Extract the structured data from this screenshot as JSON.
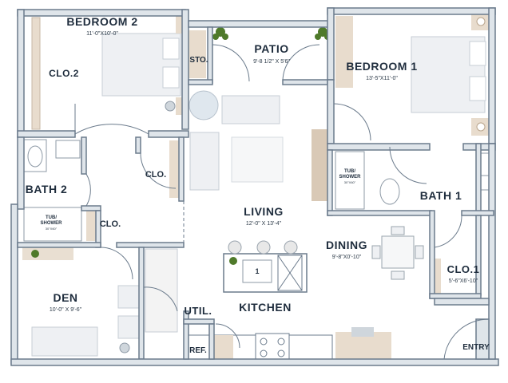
{
  "rooms": {
    "bedroom2": {
      "name": "BEDROOM 2",
      "dims": "11'-0\"X10'-0\""
    },
    "closet2": {
      "name": "CLO.2"
    },
    "storage": {
      "name": "STO."
    },
    "patio": {
      "name": "PATIO",
      "dims": "9'-8 1/2\" X 5'6\""
    },
    "bedroom1": {
      "name": "BEDROOM 1",
      "dims": "13'-5\"X11'-0\""
    },
    "closet_hall": {
      "name": "CLO."
    },
    "bath2": {
      "name": "BATH 2"
    },
    "closet_bath2": {
      "name": "CLO."
    },
    "living": {
      "name": "LIVING",
      "dims": "12'-0\" X 13'-4\""
    },
    "bath1": {
      "name": "BATH 1"
    },
    "dining": {
      "name": "DINING",
      "dims": "9'-8\"X0'-10\""
    },
    "closet1": {
      "name": "CLO.1",
      "dims": "5'-6\"X6'-10\""
    },
    "den": {
      "name": "DEN",
      "dims": "10'-0\" X 9'-6\""
    },
    "utility": {
      "name": "UTIL."
    },
    "kitchen": {
      "name": "KITCHEN"
    },
    "fridge": {
      "name": "REF."
    },
    "entry": {
      "name": "ENTRY"
    }
  },
  "fixtures": {
    "tub_bath1": {
      "line1": "TUB/",
      "line2": "SHOWER",
      "line3": "30\"X60\""
    },
    "tub_bath2": {
      "line1": "TUB/",
      "line2": "SHOWER",
      "line3": "30\"X60\""
    },
    "island_number": "1"
  },
  "colors": {
    "wall": "#6b7b8c",
    "wall_fill": "#dfe5ea",
    "accent_wood": "#e8dccd",
    "hardwood": "#e9dfd2",
    "appliance": "#f3f3f3",
    "plant": "#4f7a2a"
  }
}
